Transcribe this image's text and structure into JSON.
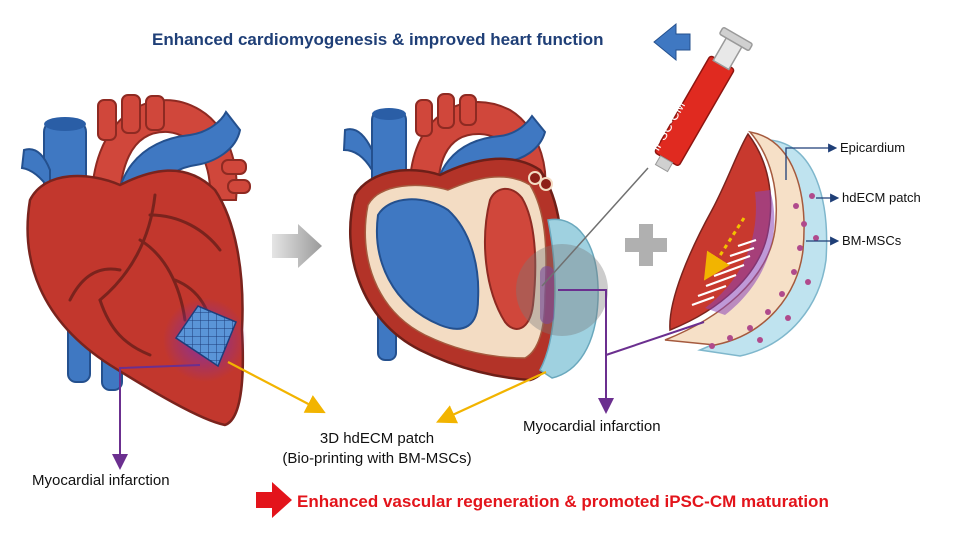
{
  "title_top": "Enhanced cardiomyogenesis & improved heart function",
  "title_bottom": "Enhanced vascular regeneration & promoted iPSC-CM maturation",
  "labels": {
    "mi_left": "Myocardial infarction",
    "mi_right": "Myocardial infarction",
    "patch_line1": "3D hdECM patch",
    "patch_line2": "(Bio-printing with  BM-MSCs)",
    "syringe": "iPSC-CM",
    "epicardium": "Epicardium",
    "hdecm_patch": "hdECM patch",
    "bm_mscs": "BM-MSCs"
  },
  "colors": {
    "title_blue": "#1f3f77",
    "title_red": "#e3141b",
    "heart_red": "#c2372d",
    "vessel_blue": "#3f78c2",
    "patch_purple": "#7a3ea0",
    "arrow_yellow": "#f2b400"
  }
}
